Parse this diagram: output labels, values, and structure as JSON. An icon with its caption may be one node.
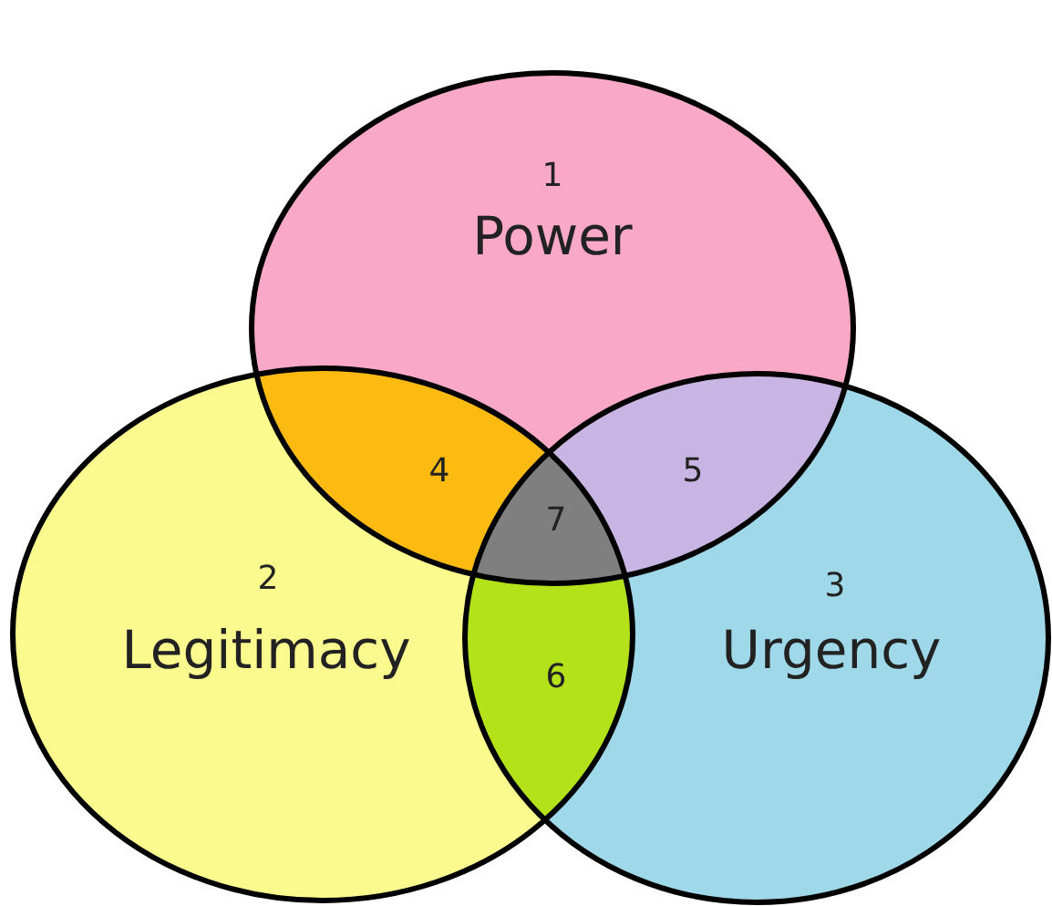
{
  "diagram": {
    "nodes": [
      {
        "text": [
          "1",
          "Power"
        ]
      },
      {
        "text": [
          "2",
          "Legitimacy"
        ]
      },
      {
        "text": [
          "3",
          "Urgency"
        ]
      }
    ],
    "labels": [
      "4",
      "5",
      "7",
      "6"
    ]
  }
}
